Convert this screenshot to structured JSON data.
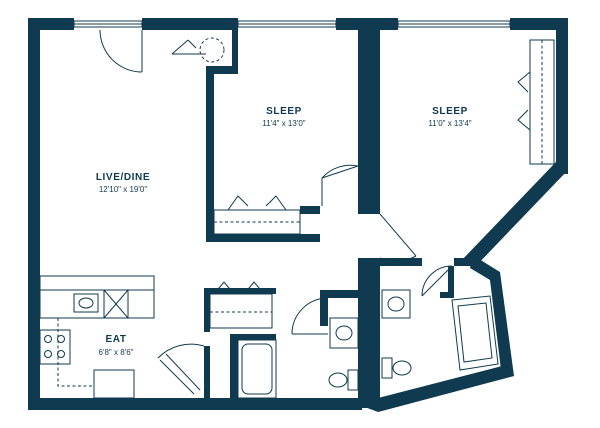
{
  "rooms": {
    "live_dine": {
      "name": "LIVE/DINE",
      "dims": "12'10\" x 19'0\""
    },
    "sleep_1": {
      "name": "SLEEP",
      "dims": "11'4\" x 13'0\""
    },
    "sleep_2": {
      "name": "SLEEP",
      "dims": "11'0\" x 13'4\""
    },
    "eat": {
      "name": "EAT",
      "dims": "6'8\" x 8'6\""
    }
  },
  "colors": {
    "wall": "#0f3a4f",
    "background": "#ffffff"
  }
}
